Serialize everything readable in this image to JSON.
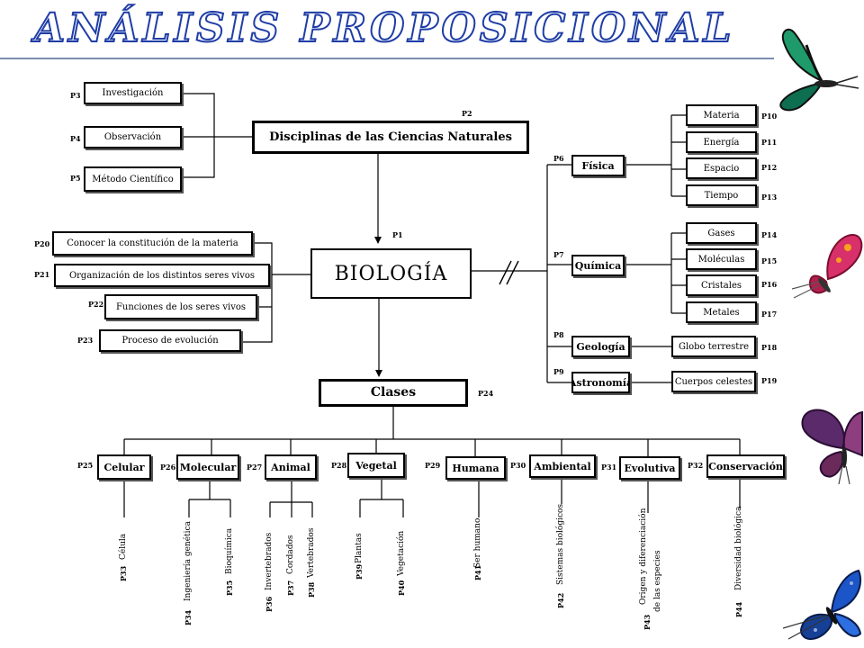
{
  "title": "ANÁLISIS PROPOSICIONAL",
  "top": {
    "investigacion": "Investigación",
    "observacion": "Observación",
    "metodo": "Método Científico",
    "disciplinas": "Disciplinas de las Ciencias Naturales",
    "biologia": "BIOLOGÍA",
    "clases": "Clases"
  },
  "left": {
    "constitucion": "Conocer la constitución de la materia",
    "organizacion": "Organización de los distintos seres vivos",
    "funciones": "Funciones de los seres vivos",
    "evolucion": "Proceso de evolución"
  },
  "right": {
    "fisica": "Física",
    "quimica": "Química",
    "geologia": "Geología",
    "astronomia": "Astronomía",
    "materia": "Materia",
    "energia": "Energía",
    "espacio": "Espacio",
    "tiempo": "Tiempo",
    "gases": "Gases",
    "moleculas": "Moléculas",
    "cristales": "Cristales",
    "metales": "Metales",
    "globo": "Globo terrestre",
    "cuerpos": "Cuerpos celestes"
  },
  "classes": {
    "celular": "Celular",
    "molecular": "Molecular",
    "animal": "Animal",
    "vegetal": "Vegetal",
    "humana": "Humana",
    "ambiental": "Ambiental",
    "evolutiva": "Evolutiva",
    "conservacion": "Conservación"
  },
  "leaves": {
    "celula": "Célula",
    "ingenieria": "Ingeniería genética",
    "bioquimica": "Bioquímica",
    "invertebrados": "Invertebrados",
    "cordados": "Cordados",
    "vertebrados": "Vertebrados",
    "plantas": "Plantas",
    "vegetacion": "Vegetación",
    "ser_humano": "Ser humano",
    "sistemas": "Sistemas biológicos",
    "origen": "Origen y diferenciación",
    "especies": "de las especies",
    "diversidad": "Diversidad biológica"
  },
  "props": {
    "p1": "P1",
    "p2": "P2",
    "p3": "P3",
    "p4": "P4",
    "p5": "P5",
    "p6": "P6",
    "p7": "P7",
    "p8": "P8",
    "p9": "P9",
    "p10": "P10",
    "p11": "P11",
    "p12": "P12",
    "p13": "P13",
    "p14": "P14",
    "p15": "P15",
    "p16": "P16",
    "p17": "P17",
    "p18": "P18",
    "p19": "P19",
    "p20": "P20",
    "p21": "P21",
    "p22": "P22",
    "p23": "P23",
    "p24": "P24",
    "p25": "P25",
    "p26": "P26",
    "p27": "P27",
    "p28": "P28",
    "p29": "P29",
    "p30": "P30",
    "p31": "P31",
    "p32": "P32",
    "p33": "P33",
    "p34": "P34",
    "p35": "P35",
    "p36": "P36",
    "p37": "P37",
    "p38": "P38",
    "p39": "P39",
    "p40": "P40",
    "p41": "P41",
    "p42": "P42",
    "p43": "P43",
    "p44": "P44"
  },
  "colors": {
    "title_stroke": "#1f3da6",
    "lines": "#000000",
    "butterfly_green": "#1f9a6a",
    "butterfly_red": "#d8306a",
    "butterfly_purple": "#5a2a6a",
    "butterfly_blue": "#1c55c8"
  },
  "icons": [
    "butterfly-green-icon",
    "butterfly-red-icon",
    "butterfly-purple-icon",
    "butterfly-blue-icon"
  ]
}
